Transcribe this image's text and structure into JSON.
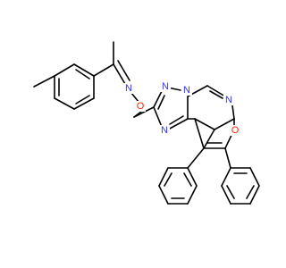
{
  "molecule": {
    "atoms": {
      "N_oxime": "N",
      "O_ether": "O",
      "N_a": "N",
      "N_b": "N",
      "N_c": "N",
      "N_d": "N",
      "O_furan": "O"
    }
  },
  "colors": {
    "bond": "#000000",
    "nitrogen": "#3333ff",
    "oxygen": "#ff2200",
    "background": "#ffffff"
  }
}
